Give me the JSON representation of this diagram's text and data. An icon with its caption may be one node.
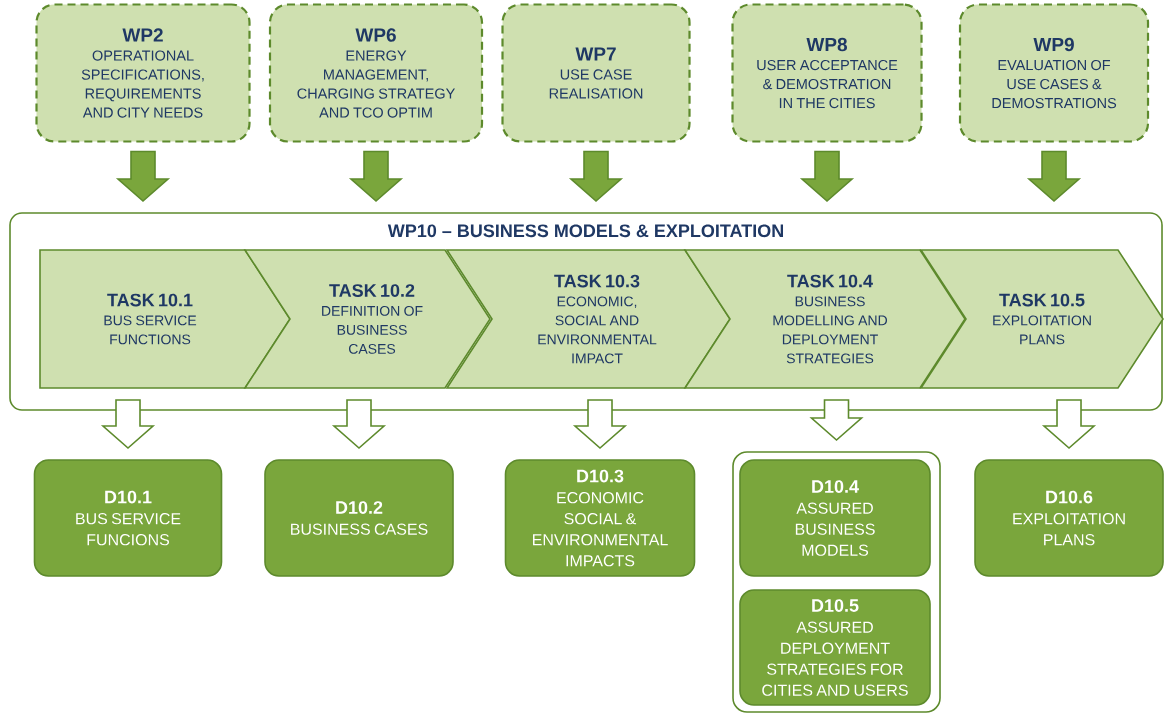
{
  "diagram": {
    "nodes": [
      {
        "text": [
          "WP2",
          "OPERATIONAL SPECIFICATIONS, REQUIREMENTS AND CITY NEEDS"
        ]
      },
      {
        "text": [
          "WP6",
          "ENERGY MANAGEMENT, CHARGING STRATEGY AND TCO OPTIM"
        ]
      },
      {
        "text": [
          "WP7",
          "USE CASE REALISATION"
        ]
      },
      {
        "text": [
          "WP8",
          "USER ACCEPTANCE & DEMOSTRATION IN THE CITIES"
        ]
      },
      {
        "text": [
          "WP9",
          "EVALUATION OF USE CASES & DEMOSTRATIONS"
        ]
      },
      {
        "text": [
          "WP10 – BUSINESS MODELS & EXPLOITATION"
        ]
      },
      {
        "text": [
          "TASK 10.1",
          "BUS SERVICE FUNCTIONS"
        ],
        "in": 5
      },
      {
        "text": [
          "TASK 10.2",
          "DEFINITION OF BUSINESS CASES"
        ],
        "in": 5
      },
      {
        "text": [
          "TASK 10.3",
          "ECONOMIC, SOCIAL AND ENVIRONMENTAL IMPACT"
        ],
        "in": 5
      },
      {
        "text": [
          "TASK 10.4",
          "BUSINESS MODELLING AND DEPLOYMENT STRATEGIES"
        ],
        "in": 5
      },
      {
        "text": [
          "TASK 10.5",
          "EXPLOITATION PLANS"
        ],
        "in": 5
      },
      {
        "text": [
          "D10.1",
          "BUS SERVICE FUNCIONS"
        ]
      },
      {
        "text": [
          "D10.2",
          "BUSINESS CASES"
        ]
      },
      {
        "text": [
          "D10.3",
          "ECONOMIC SOCIAL & ENVIRONMENTAL IMPACTS"
        ]
      },
      {
        "text": [],
        "shape": "box"
      },
      {
        "text": [
          "D10.4",
          "ASSURED BUSINESS MODELS"
        ],
        "in": 14
      },
      {
        "text": [
          "D10.5",
          "ASSURED DEPLOYMENT STRATEGIES FOR CITIES AND USERS"
        ],
        "in": 14
      },
      {
        "text": [
          "D10.6",
          "EXPLOITATION PLANS"
        ]
      }
    ],
    "edges": [
      {
        "from": 0,
        "to": 5,
        "arrow": "to"
      },
      {
        "from": 1,
        "to": 5,
        "arrow": "to"
      },
      {
        "from": 2,
        "to": 5,
        "arrow": "to"
      },
      {
        "from": 3,
        "to": 5,
        "arrow": "to"
      },
      {
        "from": 4,
        "to": 5,
        "arrow": "to"
      },
      {
        "from": 6,
        "to": 11,
        "arrow": "to"
      },
      {
        "from": 7,
        "to": 12,
        "arrow": "to"
      },
      {
        "from": 8,
        "to": 13,
        "arrow": "to"
      },
      {
        "from": 9,
        "to": 14,
        "arrow": "to"
      },
      {
        "from": 10,
        "to": 17,
        "arrow": "to"
      }
    ]
  }
}
